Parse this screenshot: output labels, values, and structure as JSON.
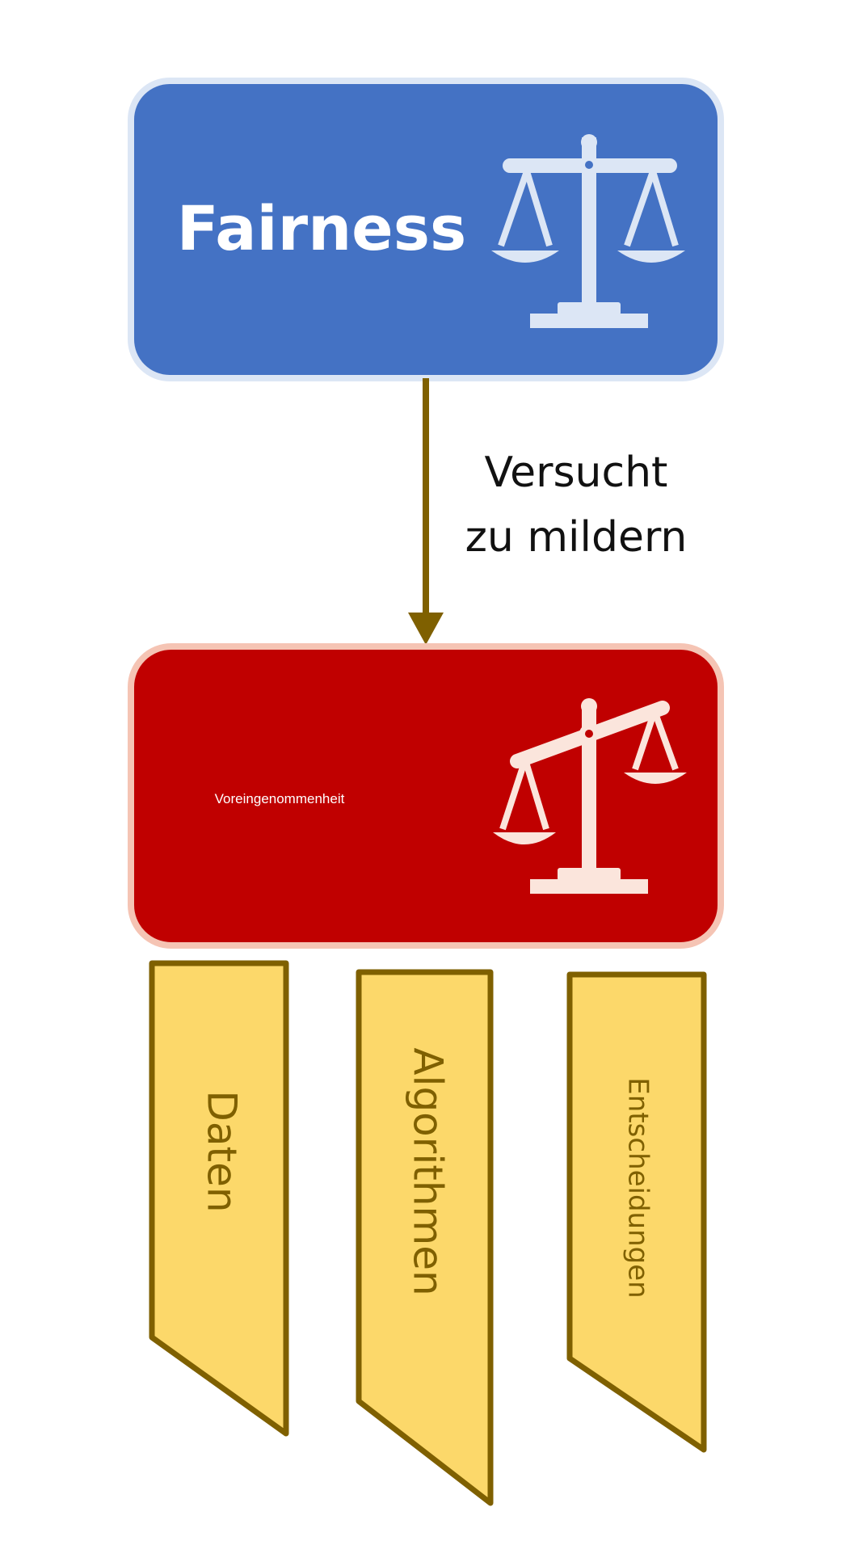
{
  "nodes": {
    "fairness": {
      "label": "Fairness",
      "fill": "#4472c4",
      "border": "#dce6f5",
      "icon": "balanced-scales-icon"
    },
    "bias": {
      "label": "Voreingenommenheit",
      "fill": "#c00000",
      "border": "#f5c4b4",
      "icon": "tilted-scales-icon"
    }
  },
  "edge": {
    "line1": "Versucht",
    "line2": "zu mildern",
    "color": "#7f6000"
  },
  "ribbons": [
    {
      "label": "Daten"
    },
    {
      "label": "Algorithmen"
    },
    {
      "label": "Entscheidungen"
    }
  ],
  "ribbon_style": {
    "fill": "#fcd86a",
    "border": "#7f6000",
    "text_color": "#7f6000"
  },
  "icon_color": "#dce6f5",
  "icon_color_bias": "#fbe5dc"
}
